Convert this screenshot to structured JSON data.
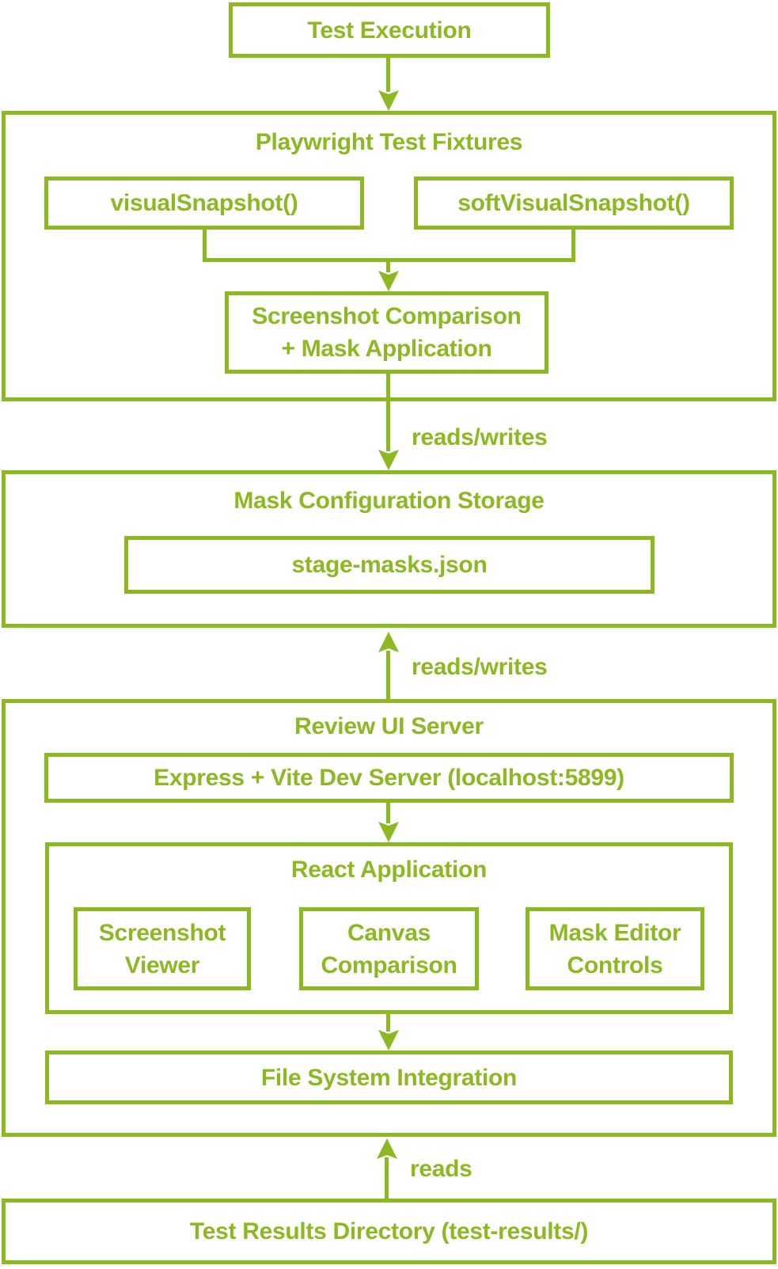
{
  "colors": {
    "accent_green": "#8CB821",
    "background": "#FFFFFF"
  },
  "nodes": {
    "test_execution": "Test Execution",
    "playwright_fixtures": {
      "title": "Playwright Test Fixtures",
      "visual_snapshot": "visualSnapshot()",
      "soft_visual_snapshot": "softVisualSnapshot()",
      "screenshot_comparison": {
        "line1": "Screenshot Comparison",
        "line2": "+ Mask Application"
      }
    },
    "mask_configuration_storage": {
      "title": "Mask Configuration Storage",
      "stage_masks_file": "stage-masks.json"
    },
    "review_ui_server": {
      "title": "Review UI Server",
      "express_vite": "Express + Vite Dev Server (localhost:5899)",
      "react_application": {
        "title": "React Application",
        "screenshot_viewer": {
          "line1": "Screenshot",
          "line2": "Viewer"
        },
        "canvas_comparison": {
          "line1": "Canvas",
          "line2": "Comparison"
        },
        "mask_editor_controls": {
          "line1": "Mask Editor",
          "line2": "Controls"
        }
      },
      "file_system_integration": "File System Integration"
    },
    "test_results_directory": "Test Results Directory (test-results/)"
  },
  "edge_labels": {
    "fixtures_to_storage": "reads/writes",
    "server_to_storage": "reads/writes",
    "results_to_server": "reads"
  }
}
